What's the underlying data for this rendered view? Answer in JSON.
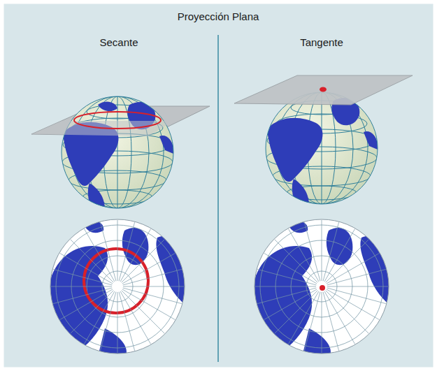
{
  "diagram": {
    "title": "Proyección Plana",
    "labels": [
      "Secante",
      "Tangente"
    ]
  }
}
